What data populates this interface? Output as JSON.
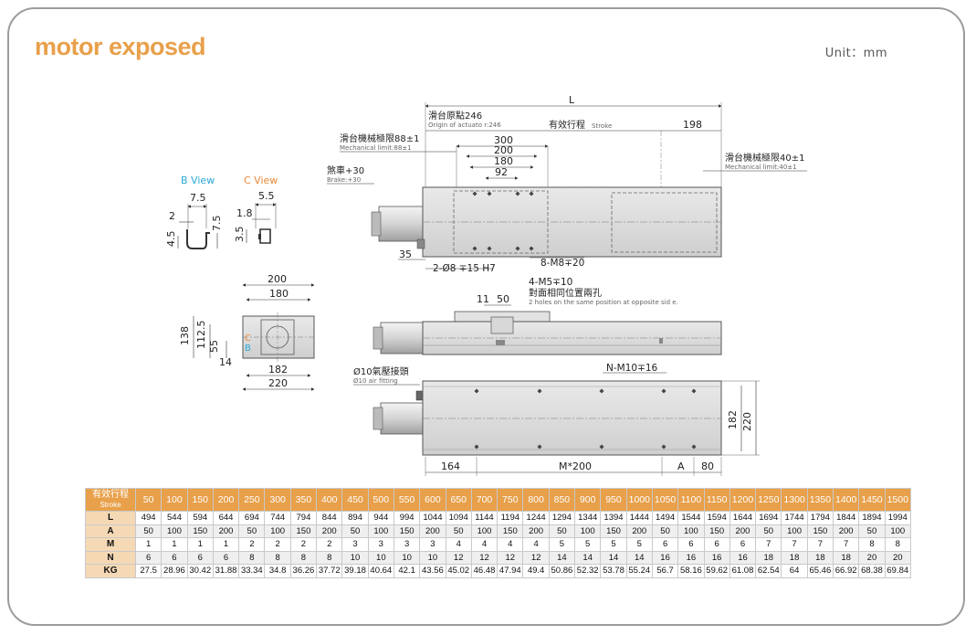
{
  "header": {
    "title": "motor exposed",
    "unit": "Unit：mm"
  },
  "views": {
    "b_view": {
      "label": "B View",
      "dims": [
        "7.5",
        "2",
        "7.5",
        "4.5"
      ]
    },
    "c_view": {
      "label": "C View",
      "dims": [
        "5.5",
        "1.8",
        "3.5"
      ]
    }
  },
  "end_view": {
    "top_dims": [
      "200",
      "180"
    ],
    "bottom_dims": [
      "182",
      "220"
    ],
    "left_dims": [
      "138",
      "112.5",
      "55",
      "14"
    ],
    "marks": [
      "C",
      "B"
    ]
  },
  "side_view": {
    "overall": "L",
    "origin_cn": "滑台原點246",
    "origin_en": "Origin of actuato r:246",
    "stroke_cn": "有效行程",
    "stroke_en": "Stroke",
    "right_dim": "198",
    "mech_limit_left_cn": "滑台機械極限88±1",
    "mech_limit_left_en": "Mechanical limit:88±1",
    "mech_limit_right_cn": "滑台機械極限40±1",
    "mech_limit_right_en": "Mechanical limit:40±1",
    "brake_cn": "煞車+30",
    "brake_en": "Brake:+30",
    "carriage_dims": [
      "300",
      "200",
      "180",
      "92"
    ],
    "dim_35": "35",
    "pin_hole": "2-Ø8 ∓15 H7",
    "tap_holes": "8-M8∓20"
  },
  "top_view": {
    "dims": [
      "11",
      "50"
    ],
    "holes_cn": "4-M5∓10",
    "holes_cn2": "對面相同位置兩孔",
    "holes_en": "2 holes on the same position at opposite sid e."
  },
  "bottom_view": {
    "air_cn": "Ø10氣壓接頭",
    "air_en": "Ø10 air fitting",
    "taps": "N-M10∓16",
    "dims": [
      "164",
      "M*200",
      "A",
      "80"
    ],
    "right_dims": [
      "182",
      "220"
    ]
  },
  "table": {
    "head_cn": "有效行程",
    "head_en": "Stroke",
    "strokes": [
      "50",
      "100",
      "150",
      "200",
      "250",
      "300",
      "350",
      "400",
      "450",
      "500",
      "550",
      "600",
      "650",
      "700",
      "750",
      "800",
      "850",
      "900",
      "950",
      "1000",
      "1050",
      "1100",
      "1150",
      "1200",
      "1250",
      "1300",
      "1350",
      "1400",
      "1450",
      "1500"
    ],
    "rows": [
      {
        "label": "L",
        "values": [
          "494",
          "544",
          "594",
          "644",
          "694",
          "744",
          "794",
          "844",
          "894",
          "944",
          "994",
          "1044",
          "1094",
          "1144",
          "1194",
          "1244",
          "1294",
          "1344",
          "1394",
          "1444",
          "1494",
          "1544",
          "1594",
          "1644",
          "1694",
          "1744",
          "1794",
          "1844",
          "1894",
          "1994"
        ]
      },
      {
        "label": "A",
        "values": [
          "50",
          "100",
          "150",
          "200",
          "50",
          "100",
          "150",
          "200",
          "50",
          "100",
          "150",
          "200",
          "50",
          "100",
          "150",
          "200",
          "50",
          "100",
          "150",
          "200",
          "50",
          "100",
          "150",
          "200",
          "50",
          "100",
          "150",
          "200",
          "50",
          "100"
        ]
      },
      {
        "label": "M",
        "values": [
          "1",
          "1",
          "1",
          "1",
          "2",
          "2",
          "2",
          "2",
          "3",
          "3",
          "3",
          "3",
          "4",
          "4",
          "4",
          "4",
          "5",
          "5",
          "5",
          "5",
          "6",
          "6",
          "6",
          "6",
          "7",
          "7",
          "7",
          "7",
          "8",
          "8"
        ]
      },
      {
        "label": "N",
        "values": [
          "6",
          "6",
          "6",
          "6",
          "8",
          "8",
          "8",
          "8",
          "10",
          "10",
          "10",
          "10",
          "12",
          "12",
          "12",
          "12",
          "14",
          "14",
          "14",
          "14",
          "16",
          "16",
          "16",
          "16",
          "18",
          "18",
          "18",
          "18",
          "20",
          "20"
        ]
      },
      {
        "label": "KG",
        "values": [
          "27.5",
          "28.96",
          "30.42",
          "31.88",
          "33.34",
          "34.8",
          "36.26",
          "37.72",
          "39.18",
          "40.64",
          "42.1",
          "43.56",
          "45.02",
          "46.48",
          "47.94",
          "49.4",
          "50.86",
          "52.32",
          "53.78",
          "55.24",
          "56.7",
          "58.16",
          "59.62",
          "61.08",
          "62.54",
          "64",
          "65.46",
          "66.92",
          "68.38",
          "69.84"
        ]
      }
    ]
  },
  "colors": {
    "accent": "#e8a04a",
    "b_label": "#2aa7d8",
    "c_label": "#e8883a",
    "frame": "#9c9c9c"
  }
}
